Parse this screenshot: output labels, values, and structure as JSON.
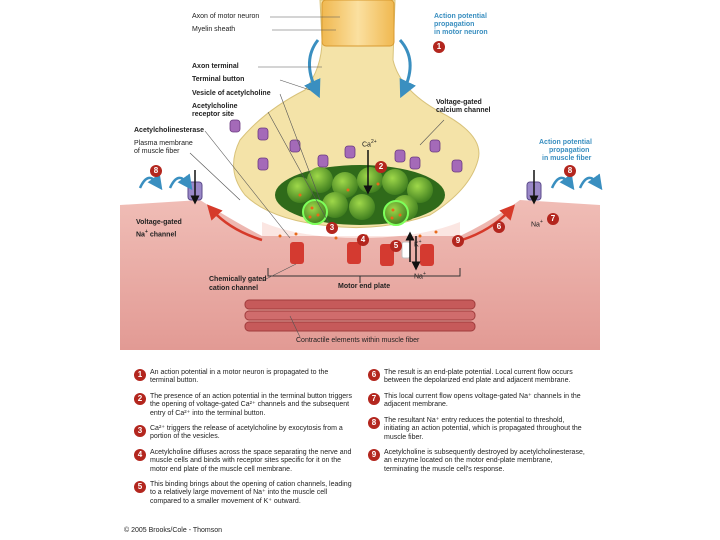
{
  "labels": {
    "axon": "Axon of motor neuron",
    "myelin": "Myelin sheath",
    "ap_motor": [
      "Action potential",
      "propagation",
      "in motor neuron"
    ],
    "axon_terminal": "Axon terminal",
    "terminal_button": "Terminal button",
    "vesicle": "Vesicle of acetylcholine",
    "receptor": [
      "Acetylcholine",
      "receptor site"
    ],
    "vg_calcium": [
      "Voltage-gated",
      "calcium channel"
    ],
    "ache": "Acetylcholinesterase",
    "plasma": [
      "Plasma membrane",
      "of muscle fiber"
    ],
    "ap_muscle": [
      "Action potential",
      "propagation",
      "in muscle fiber"
    ],
    "ca": "Ca",
    "ca_sup": "2+",
    "na_channel": [
      "Voltage-gated",
      "Na"
    ],
    "na_channel_tail": "channel",
    "na": "Na",
    "k": "K",
    "plus": "+",
    "chem_gated": [
      "Chemically  gated",
      "cation channel"
    ],
    "end_plate": "Motor end plate",
    "contractile": "Contractile elements within muscle fiber"
  },
  "steps": [
    {
      "n": "1",
      "text": "An action potential in a motor neuron is propagated to the terminal button."
    },
    {
      "n": "2",
      "text": "The presence of an action potential in the terminal button triggers the opening of voltage-gated Ca²⁺ channels and the subsequent entry of Ca²⁺ into the terminal button."
    },
    {
      "n": "3",
      "text": "Ca²⁺ triggers the release of acetylcholine by exocytosis from a portion of the vesicles."
    },
    {
      "n": "4",
      "text": "Acetylcholine diffuses across the space separating the nerve and muscle cells and binds with receptor sites specific for it on the motor end plate of the muscle cell membrane."
    },
    {
      "n": "5",
      "text": "This binding brings about the opening of cation channels, leading to a relatively large movement of Na⁺ into the muscle cell compared to a smaller movement of K⁺ outward."
    },
    {
      "n": "6",
      "text": "The result is an end-plate potential. Local current flow occurs between the depolarized end plate and adjacent membrane."
    },
    {
      "n": "7",
      "text": "This local current flow opens voltage-gated Na⁺ channels in the adjacent membrane."
    },
    {
      "n": "8",
      "text": "The resultant Na⁺ entry reduces the potential to threshold, initiating an action potential, which is propagated throughout the muscle fiber."
    },
    {
      "n": "9",
      "text": "Acetylcholine is subsequently destroyed by acetylcholinesterase, an enzyme located on the motor end-plate membrane, terminating the muscle cell's response."
    }
  ],
  "copyright": "© 2005 Brooks/Cole - Thomson",
  "colors": {
    "step_badge": "#b3261e",
    "propagation_label": "#3a8fc0",
    "muscle": "#e8a9a4",
    "neuron": "#f3dea0"
  }
}
